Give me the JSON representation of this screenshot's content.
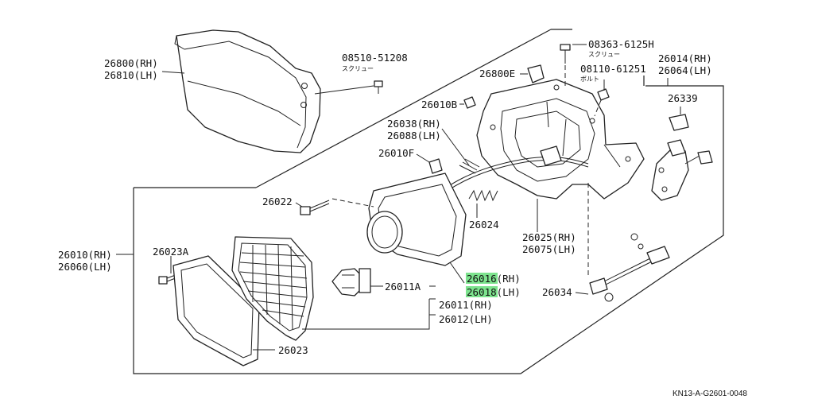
{
  "labels": {
    "l26800": "26800(RH)",
    "l26810": "26810(LH)",
    "l08510": "08510-51208",
    "k08510": "スクリュー",
    "l08363": "08363-6125H",
    "k08363": "スクリュー",
    "l26800e": "26800E",
    "l08110": "08110-61251",
    "k08110": "ボルト",
    "l26014": "26014(RH)",
    "l26064": "26064(LH)",
    "l26339": "26339",
    "l26010b": "26010B",
    "l26038": "26038(RH)",
    "l26088": "26088(LH)",
    "l26010f": "26010F",
    "l26022": "26022",
    "l26024": "26024",
    "l26025": "26025(RH)",
    "l26075": "26075(LH)",
    "l26010": "26010(RH)",
    "l26060": "26060(LH)",
    "l26023a": "26023A",
    "l26016": "26016(RH)",
    "l26018": "26018(LH)",
    "l26011a": "26011A",
    "l26011": "26011(RH)",
    "l26012": "26012(LH)",
    "l26034": "26034",
    "l26023": "26023"
  },
  "reference_code": "KN13-A-G2601-0048",
  "highlight_color": "#7de38e"
}
